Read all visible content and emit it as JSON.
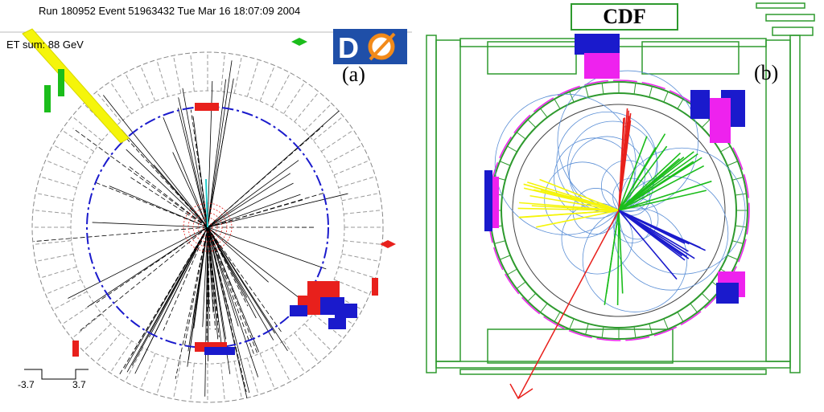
{
  "panel_a": {
    "run_info": "Run 180952 Event 51963432 Tue Mar 16 18:07:09 2004",
    "et_sum": "ET sum: 88 GeV",
    "label": "(a)",
    "logo_text": "DØ",
    "axis_min": "-3.7",
    "axis_max": "3.7"
  },
  "panel_b": {
    "title": "CDF",
    "label": "(b)"
  },
  "colors": {
    "track": "#000000",
    "red": "#e8201c",
    "blue": "#1a1acc",
    "yellow": "#f5f50a",
    "green": "#1bbd1b",
    "magenta": "#ee22ee",
    "detector_green": "#2e9a2e",
    "light_blue": "#5b8fd6"
  }
}
